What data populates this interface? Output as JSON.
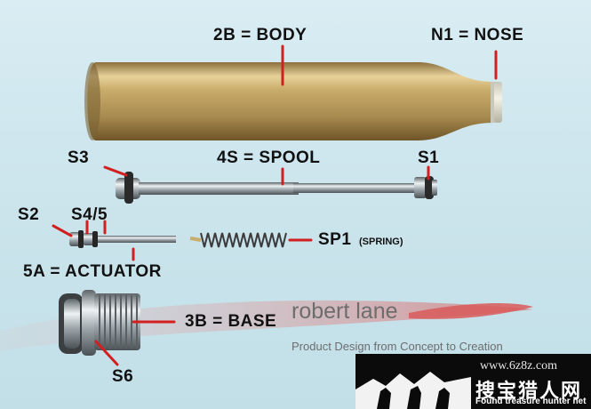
{
  "labels": {
    "body": "2B = BODY",
    "nose": "N1 = NOSE",
    "s3": "S3",
    "spool": "4S = SPOOL",
    "s1": "S1",
    "s2": "S2",
    "s45": "S4/5",
    "spring": "SP1",
    "spring_note": "(SPRING)",
    "actuator": "5A = ACTUATOR",
    "base": "3B = BASE",
    "s6": "S6"
  },
  "branding": {
    "name": "robert lane",
    "tagline": "Product Design from Concept to Creation"
  },
  "watermark": {
    "site": "www.6z8z.com",
    "chinese": "搜宝猎人网",
    "english": "Found treasure hunter net"
  },
  "colors": {
    "leader_lines": "#d21f1f",
    "brass": "#c9ad6c",
    "steel": "#9aa3a8",
    "swoosh": "#d95b5b"
  }
}
